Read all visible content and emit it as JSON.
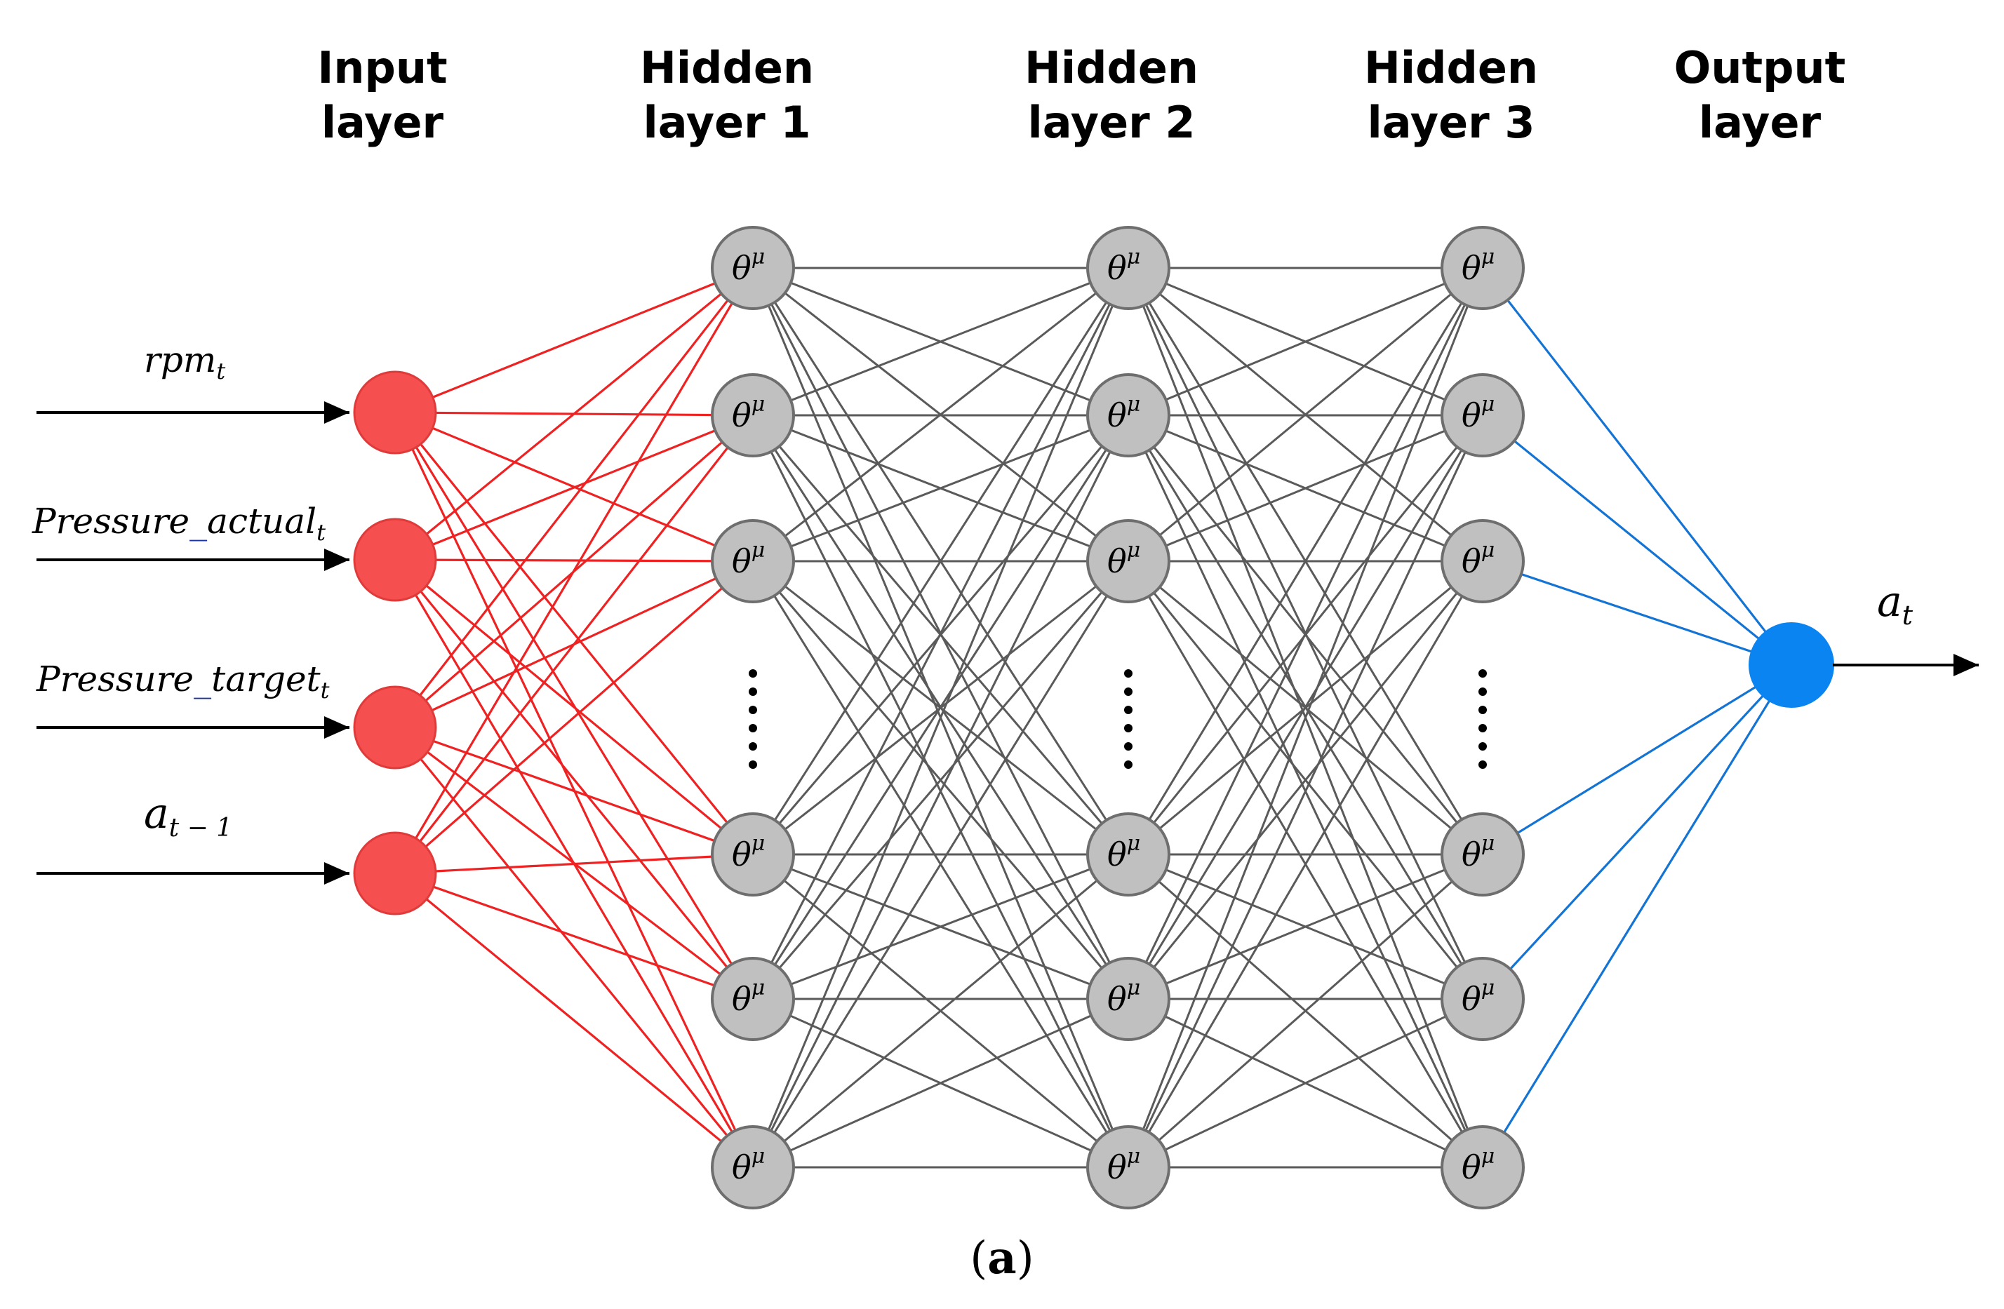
{
  "layers": [
    {
      "key": "input",
      "title_line1": "Input",
      "title_line2": "layer"
    },
    {
      "key": "hidden1",
      "title_line1": "Hidden",
      "title_line2": "layer 1"
    },
    {
      "key": "hidden2",
      "title_line1": "Hidden",
      "title_line2": "layer 2"
    },
    {
      "key": "hidden3",
      "title_line1": "Hidden",
      "title_line2": "layer 3"
    },
    {
      "key": "output",
      "title_line1": "Output",
      "title_line2": "layer"
    }
  ],
  "inputs": [
    {
      "main": "rpm",
      "sub": "t",
      "underscore": false,
      "main2": ""
    },
    {
      "main": "Pressure",
      "sub": "t",
      "underscore": true,
      "main2": "actual"
    },
    {
      "main": "Pressure",
      "sub": "t",
      "underscore": true,
      "main2": "target"
    },
    {
      "main": "a",
      "sub": "t − 1",
      "underscore": false,
      "main2": ""
    }
  ],
  "hidden_node_label": {
    "base": "θ",
    "sup": "μ"
  },
  "output_label": {
    "main": "a",
    "sub": "t"
  },
  "caption": {
    "open": "(",
    "letter": "a",
    "close": ")"
  },
  "colors": {
    "input_node": "#f54f4f",
    "input_node_stroke": "#e03b3b",
    "hidden_node": "#c0c0c0",
    "hidden_node_stroke": "#6e6e6e",
    "output_node": "#0a84f0",
    "input_edges": "#ee2222",
    "hidden_edges": "#5a5a5a",
    "output_edges": "#1474d4",
    "arrows": "#000000",
    "underscore": "#1a33a0"
  }
}
